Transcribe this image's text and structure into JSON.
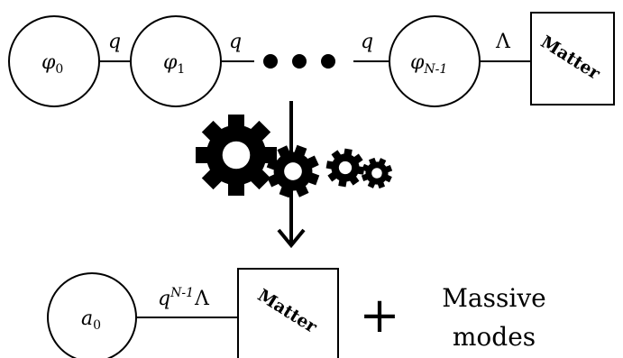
{
  "top_chain": {
    "nodes": [
      {
        "symbol": "φ",
        "sub": "0"
      },
      {
        "symbol": "φ",
        "sub": "1"
      },
      {
        "symbol": "φ",
        "sub": "N-1"
      }
    ],
    "link_labels": [
      "q",
      "q",
      "q"
    ],
    "lambda_label": "Λ",
    "matter_label": "Matter"
  },
  "bottom_chain": {
    "node": {
      "symbol": "a",
      "sub": "0"
    },
    "coupling": {
      "base": "q",
      "sup": "N-1",
      "tail": "Λ"
    },
    "matter_label": "Matter",
    "plus": "+",
    "massive_line1": "Massive",
    "massive_line2": "modes"
  },
  "icons": [
    "gear-icon",
    "gear-icon",
    "gear-icon",
    "gear-icon",
    "arrow-down-icon"
  ]
}
